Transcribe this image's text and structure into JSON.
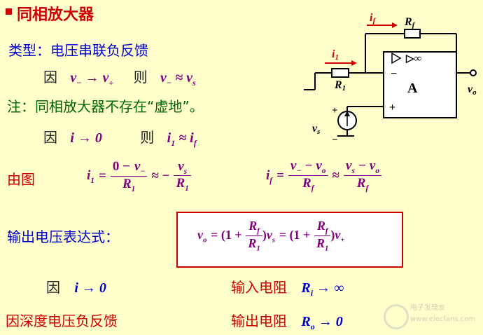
{
  "title": "同相放大器",
  "type_line": {
    "label": "类型：",
    "value": "电压串联负反馈"
  },
  "because_1": {
    "yin": "因",
    "then": "则"
  },
  "note": "注：同相放大器不存在“虚地”。",
  "because_2": {
    "yin": "因",
    "then": "则"
  },
  "you_tu": "由图",
  "output_expr_label": "输出电压表达式：",
  "bottom": {
    "yin": "因",
    "reason": "因深度电压负反馈",
    "input_res_label": "输入电阻",
    "output_res_label": "输出电阻"
  },
  "circuit": {
    "i_f": "i",
    "i_f_sub": "f",
    "R_f": "R",
    "R_f_sub": "f",
    "i_1": "i",
    "i_1_sub": "1",
    "R_1": "R",
    "R_1_sub": "1",
    "opamp_label": "A",
    "inf": "▷∞",
    "minus": "−",
    "plus": "+",
    "v_s": "v",
    "v_s_sub": "s",
    "v_o": "v",
    "v_o_sub": "o"
  },
  "colors": {
    "title": "#CC0000",
    "box_border": "#CC0000",
    "box_bg": "#FFFFFF",
    "current_arrow": "#CC0000"
  },
  "watermark": "电子发烧友 www.elecfans.com"
}
